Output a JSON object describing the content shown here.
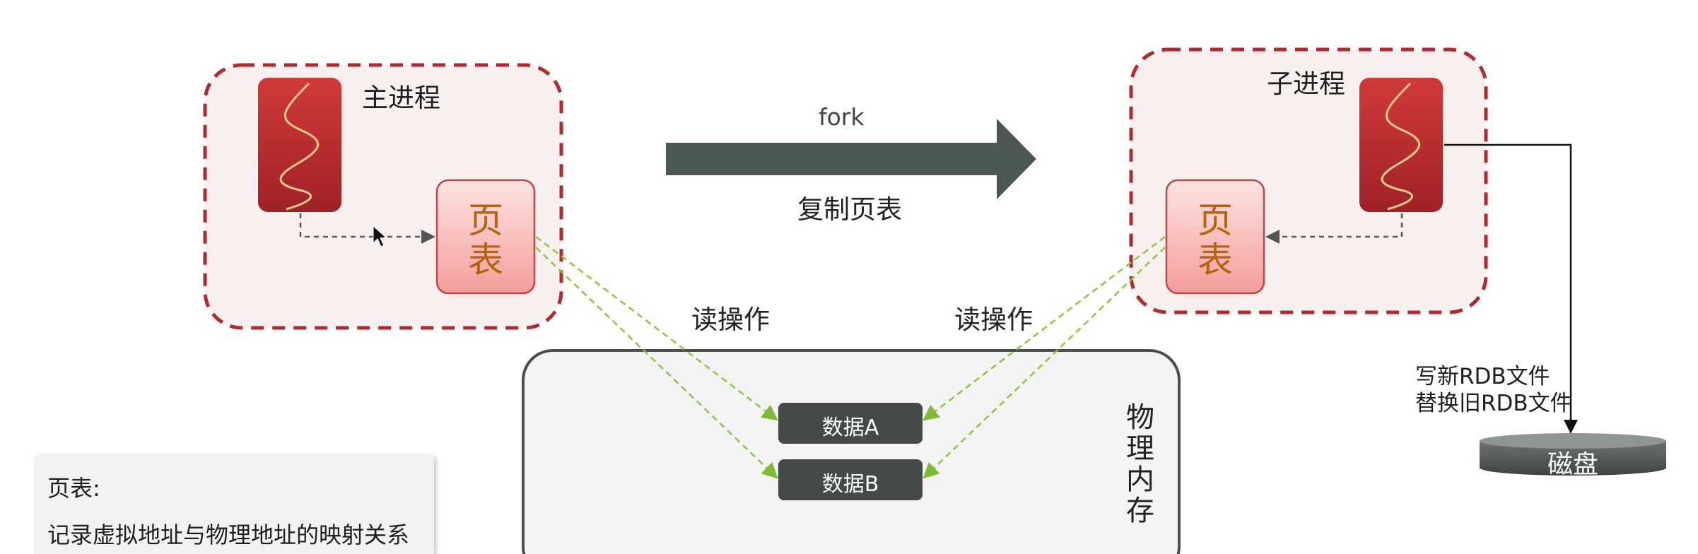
{
  "parent_process": {
    "title": "主进程",
    "page_table": [
      "页",
      "表"
    ]
  },
  "child_process": {
    "title": "子进程",
    "page_table": [
      "页",
      "表"
    ]
  },
  "fork_arrow": {
    "top_label": "fork",
    "bottom_label": "复制页表"
  },
  "read_ops": {
    "left": "读操作",
    "right": "读操作"
  },
  "physical_memory": {
    "label": [
      "物",
      "理",
      "内",
      "存"
    ],
    "data_blocks": [
      "数据A",
      "数据B"
    ]
  },
  "disk": {
    "label": "磁盘",
    "write_note": [
      "写新RDB文件",
      "替换旧RDB文件"
    ]
  },
  "note": {
    "title": "页表:",
    "description": "记录虚拟地址与物理地址的映射关系"
  },
  "colors": {
    "process_border": "#b02a2e",
    "process_fill": "#f8efef",
    "thread_fill": "#c0302f",
    "page_table_fill": "#f7b0ae",
    "page_table_text": "#b5640e",
    "arrow_fill": "#4b5856",
    "dark_block": "#434a48",
    "read_line": "#8cc63e"
  },
  "icons": [
    "thread-squiggle-icon",
    "mouse-cursor-icon"
  ]
}
